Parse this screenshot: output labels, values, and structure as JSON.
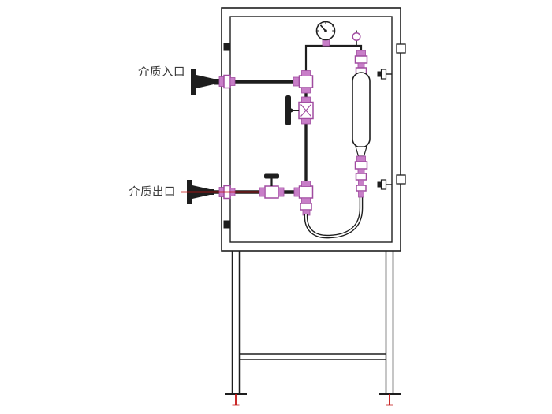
{
  "diagram": {
    "labels": {
      "inlet": "介质入口",
      "outlet": "介质出口"
    },
    "colors": {
      "line": "#1e1e1e",
      "fitting": "#c87ec8",
      "fitting_dark": "#a04ba0",
      "accent_red": "#c41212",
      "background": "#ffffff",
      "label_text": "#3a3a3a"
    },
    "components": [
      "panel-frame",
      "floor-stand",
      "anchor-marks",
      "inlet-flange",
      "inlet-bulkhead-fitting",
      "inlet-tee",
      "regulating-valve",
      "outlet-flange",
      "outlet-bulkhead-fitting",
      "outlet-valve",
      "outlet-tee",
      "pressure-gauge",
      "needle-valve",
      "sample-cylinder",
      "flex-hose",
      "spare-ports"
    ]
  }
}
